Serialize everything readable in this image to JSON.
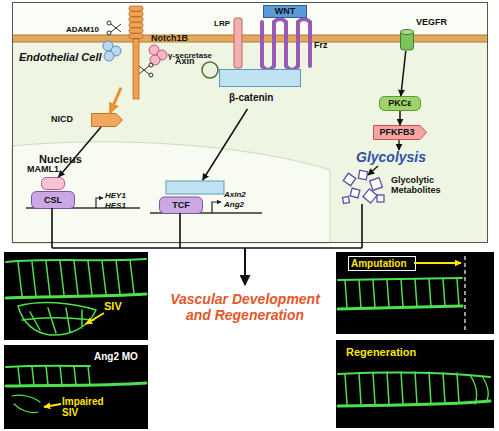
{
  "diagram": {
    "nodes": [
      {
        "text": [
          "Endothelial Cell",
          "Nucleus"
        ]
      },
      {
        "text": [
          "Notch1B"
        ],
        "in": 0
      },
      {
        "text": [
          "WNT"
        ],
        "in": 0
      },
      {
        "text": [
          "Axin"
        ],
        "in": 0
      },
      {
        "text": [
          "β-catenin"
        ],
        "in": 0
      },
      {
        "text": [
          "VEGFR"
        ],
        "in": 0
      },
      {
        "text": [
          "NICD"
        ],
        "in": 0
      },
      {
        "text": [
          "PKCε"
        ],
        "in": 0
      },
      {
        "text": [
          "PFKFB3"
        ],
        "in": 0
      },
      {
        "text": [
          "MAML1"
        ],
        "in": 0
      },
      {
        "text": [
          "CSL"
        ],
        "in": 0
      },
      {
        "text": [
          "TCF"
        ],
        "in": 0
      },
      {
        "text": [
          "Glycolytic Metabolites"
        ],
        "in": 0
      },
      {
        "text": [
          "SIV"
        ]
      },
      {
        "text": [
          "Ang2 MO",
          "Impaired SIV"
        ]
      },
      {
        "text": [
          "Amputation"
        ]
      },
      {
        "text": [
          "Regeneration"
        ]
      }
    ],
    "edges": [
      {
        "from": 1,
        "to": 6,
        "arrow": "to"
      },
      {
        "from": 6,
        "to": 9,
        "arrow": "to"
      },
      {
        "from": 4,
        "to": 11,
        "arrow": "to"
      },
      {
        "from": 5,
        "to": 7,
        "arrow": "to"
      },
      {
        "from": 7,
        "to": 8,
        "arrow": "to"
      }
    ],
    "labels": [
      "ADAM10",
      "γ-secretase",
      "LRP",
      "Frz",
      "Glycolysis",
      "HEY1",
      "HES1",
      "Axin2",
      "Ang2",
      "Vascular Development and Regeneration"
    ]
  }
}
